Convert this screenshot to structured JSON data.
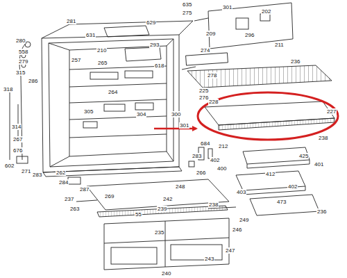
{
  "diagram": {
    "labels": [
      "635",
      "275",
      "281",
      "631",
      "209",
      "629",
      "210",
      "280",
      "558",
      "279",
      "315",
      "286",
      "257",
      "264",
      "265",
      "618",
      "293",
      "301",
      "202",
      "296",
      "211",
      "274",
      "278",
      "276",
      "236",
      "225",
      "227",
      "228",
      "238",
      "318",
      "314",
      "267",
      "676",
      "602",
      "271",
      "283",
      "262",
      "284",
      "287",
      "305",
      "304",
      "300",
      "301",
      "684",
      "212",
      "283",
      "402",
      "400",
      "425",
      "401",
      "412",
      "402",
      "473",
      "236",
      "403",
      "266",
      "248",
      "269",
      "237",
      "263",
      "242",
      "239",
      "238",
      "249",
      "55",
      "235",
      "246",
      "240",
      "247",
      "243"
    ]
  }
}
